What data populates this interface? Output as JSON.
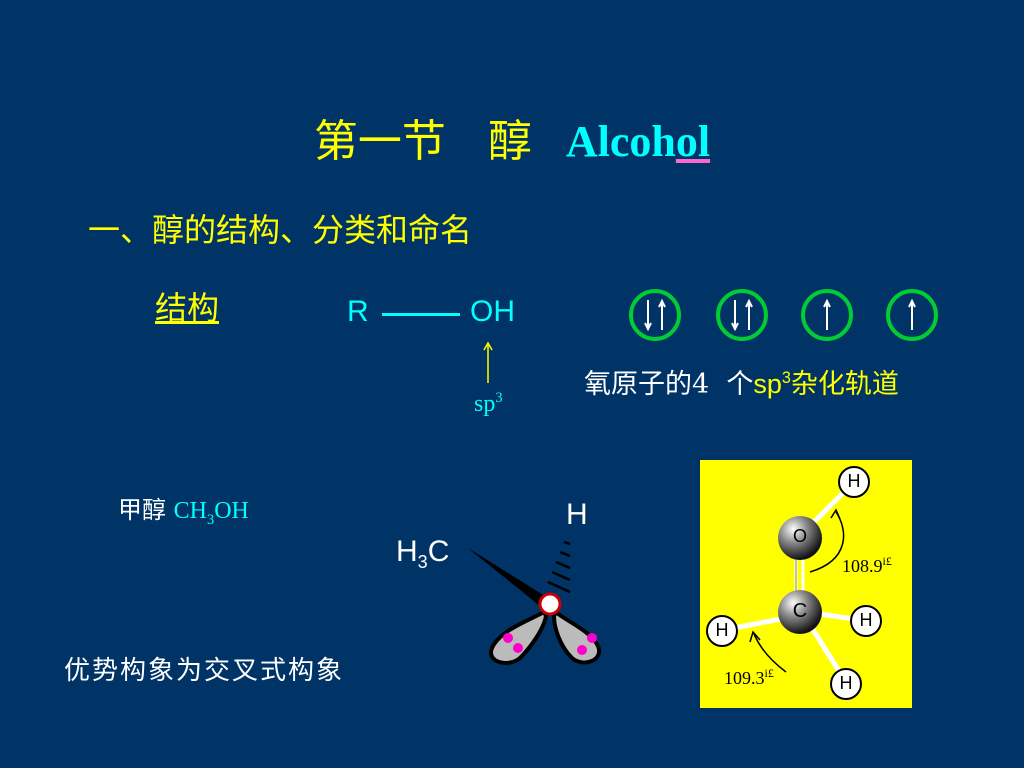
{
  "slide": {
    "title_cn": "第一节   醇",
    "title_en_main": "Alcoh",
    "title_en_underlined": "ol",
    "section_heading": "一、醇的结构、分类和命名",
    "structure_label": "结构",
    "formula": {
      "r": "R",
      "oh": "OH"
    },
    "sp3_label": {
      "base": "sp",
      "sup": "3"
    },
    "orbital_caption": {
      "prefix": "氧原子的4  个",
      "sp": "sp",
      "sup": "3",
      "suffix": "杂化轨道"
    },
    "methanol": {
      "name": "甲醇 ",
      "ch": "CH",
      "sub": "3",
      "oh": "OH"
    },
    "conformation_caption": "优势构象为交叉式构象",
    "newman": {
      "h": "H",
      "h3c_h": "H",
      "h3c_sub": "3",
      "h3c_c": "C"
    },
    "model_3d": {
      "atoms": {
        "h_top": "H",
        "o": "O",
        "c": "C",
        "h_left": "H",
        "h_right": "H",
        "h_bottom": "H"
      },
      "angle_oh": "108.9",
      "angle_oh_suffix": "i£",
      "angle_ch": "109.3",
      "angle_ch_suffix": "i£"
    },
    "colors": {
      "background": "#003366",
      "title": "#ffff00",
      "accent": "#00ffff",
      "orbital_ring": "#00cc33",
      "lone_pair": "#ff00cc",
      "model_bg": "#ffff00"
    }
  }
}
